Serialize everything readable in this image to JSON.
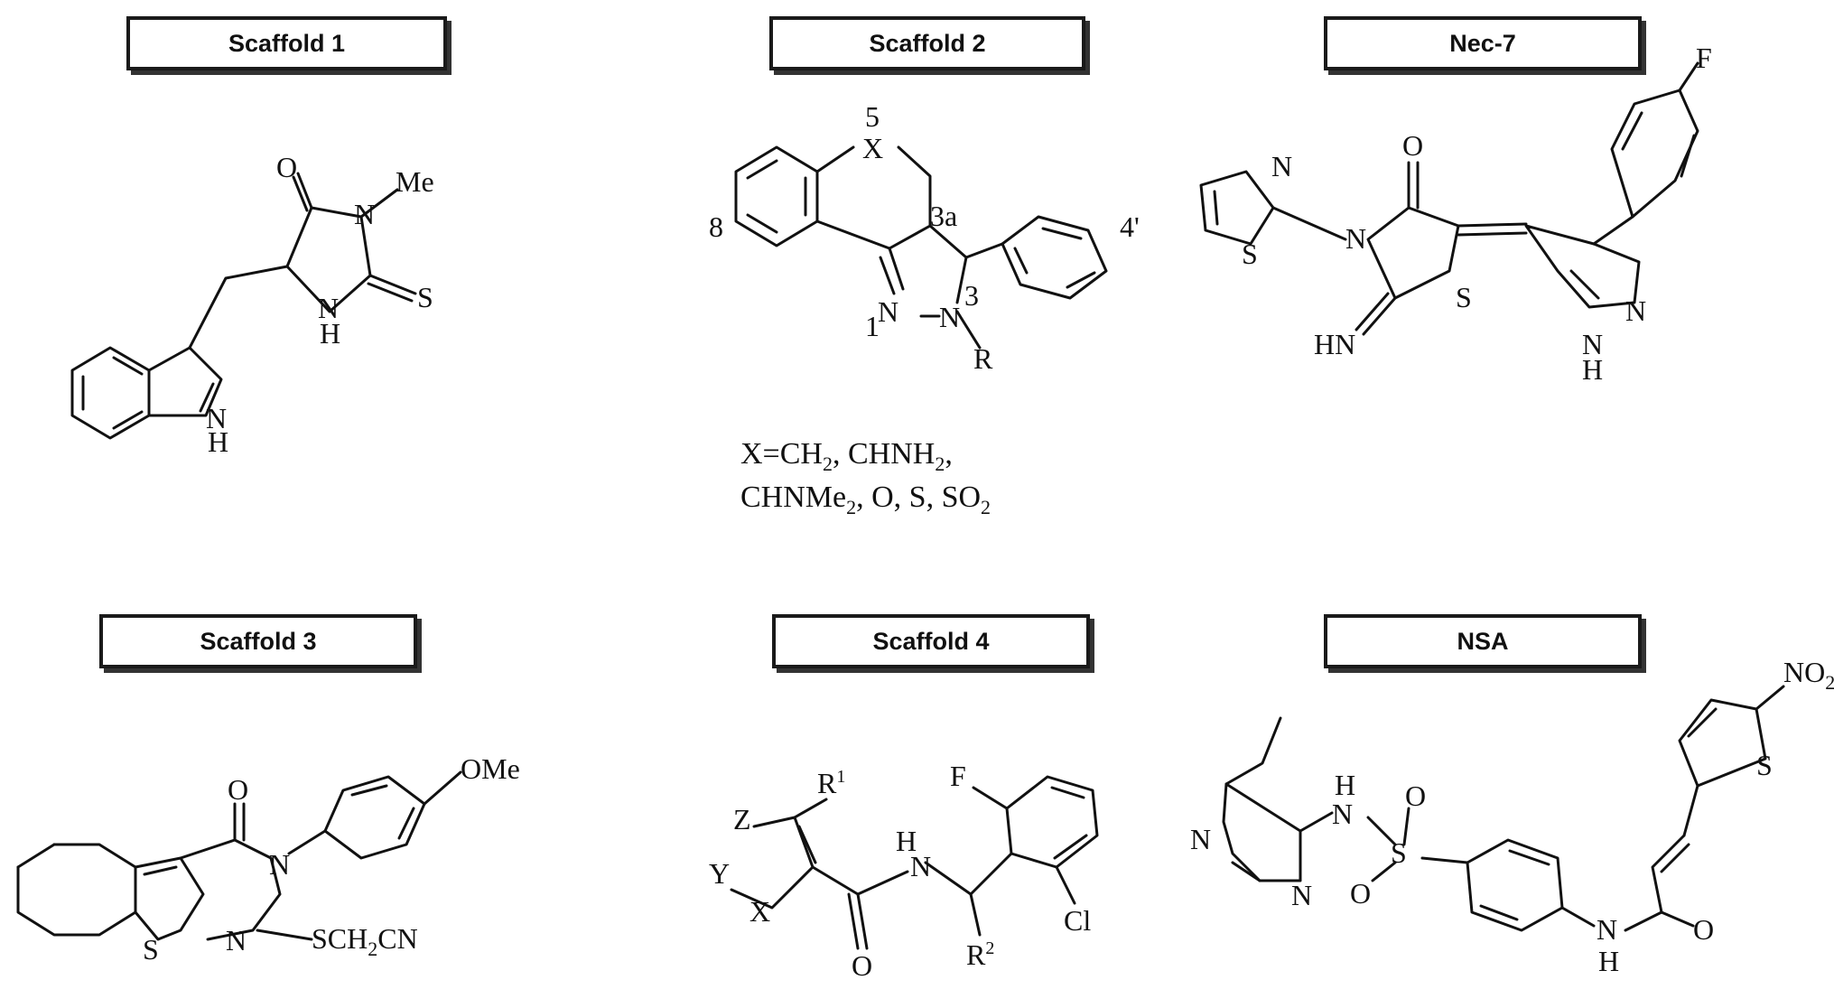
{
  "panels": [
    {
      "id": "scaffold-1",
      "label": "Scaffold  1"
    },
    {
      "id": "scaffold-2",
      "label": "Scaffold  2"
    },
    {
      "id": "nec-7",
      "label": "Nec-7"
    },
    {
      "id": "scaffold-3",
      "label": "Scaffold  3"
    },
    {
      "id": "scaffold-4",
      "label": "Scaffold  4"
    },
    {
      "id": "nsa",
      "label": "NSA"
    }
  ],
  "scaffold2_note": {
    "line1_a": "X=CH",
    "line1_sub1": "2",
    "line1_b": ", CHNH",
    "line1_sub2": "2",
    "line1_c": ",",
    "line2_a": "CHNMe",
    "line2_sub1": "2",
    "line2_b": ", O, S, SO",
    "line2_sub2": "2"
  },
  "atoms": {
    "s1": {
      "O": "O",
      "N1": "N",
      "Me": "Me",
      "S": "S",
      "NH_N": "N",
      "NH_H": "H",
      "ind_N": "N",
      "ind_H": "H"
    },
    "s2": {
      "X": "X",
      "pos5": "5",
      "pos8": "8",
      "pos3a": "3a",
      "pos3": "3",
      "pos4p": "4'",
      "N1": "N",
      "pos1": "1",
      "N2": "N",
      "R": "R"
    },
    "nec7": {
      "F": "F",
      "O": "O",
      "N_thiazole": "N",
      "S_thiazole": "S",
      "N_ring": "N",
      "S_ring": "S",
      "HN": "HN",
      "N_pyr": "N",
      "NH_N": "N",
      "NH_H": "H"
    },
    "s3": {
      "OMe": "OMe",
      "O": "O",
      "N": "N",
      "S": "S",
      "N2": "N",
      "SCH2CN_a": "SCH",
      "SCH2CN_sub": "2",
      "SCH2CN_b": "CN"
    },
    "s4": {
      "F": "F",
      "R1": "R",
      "R1_sup": "1",
      "Z": "Z",
      "Y": "Y",
      "X": "X",
      "NH_H": "H",
      "NH_N": "N",
      "O": "O",
      "R2": "R",
      "R2_sup": "2",
      "Cl": "Cl"
    },
    "nsa": {
      "NO2_a": "NO",
      "NO2_sub": "2",
      "S_th": "S",
      "H_top": "H",
      "N_top": "N",
      "S_sulf": "S",
      "O1": "O",
      "O2": "O",
      "N_pz1": "N",
      "N_pz2": "N",
      "N_am": "N",
      "H_am": "H",
      "O_am": "O"
    }
  }
}
